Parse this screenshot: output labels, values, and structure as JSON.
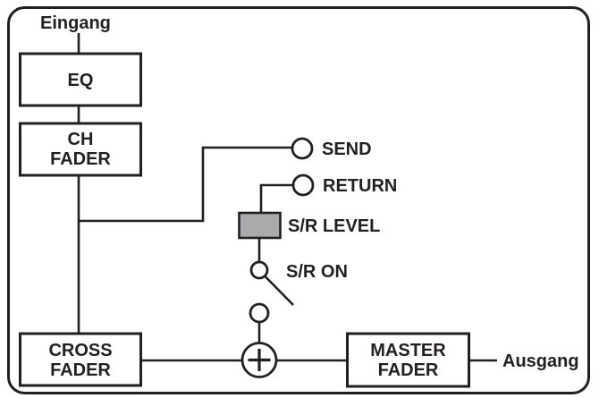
{
  "colors": {
    "ink": "#231f20",
    "background": "#ffffff",
    "box_fill": "#ffffff",
    "sr_level_fill": "#a8aaac"
  },
  "diagram": {
    "input_label": "Eingang",
    "output_label": "Ausgang",
    "blocks": {
      "eq": {
        "lines": [
          "EQ"
        ]
      },
      "ch_fader": {
        "lines": [
          "CH",
          "FADER"
        ]
      },
      "cross_fader": {
        "lines": [
          "CROSS",
          "FADER"
        ]
      },
      "master_fader": {
        "lines": [
          "MASTER",
          "FADER"
        ]
      }
    },
    "ports": {
      "send_label": "SEND",
      "return_label": "RETURN"
    },
    "controls": {
      "sr_level_label": "S/R LEVEL",
      "sr_on_label": "S/R ON"
    },
    "icons": {
      "summing_node": "plus-in-circle",
      "send_port": "open-circle",
      "return_port": "open-circle",
      "sr_on_switch": "open-switch"
    }
  }
}
